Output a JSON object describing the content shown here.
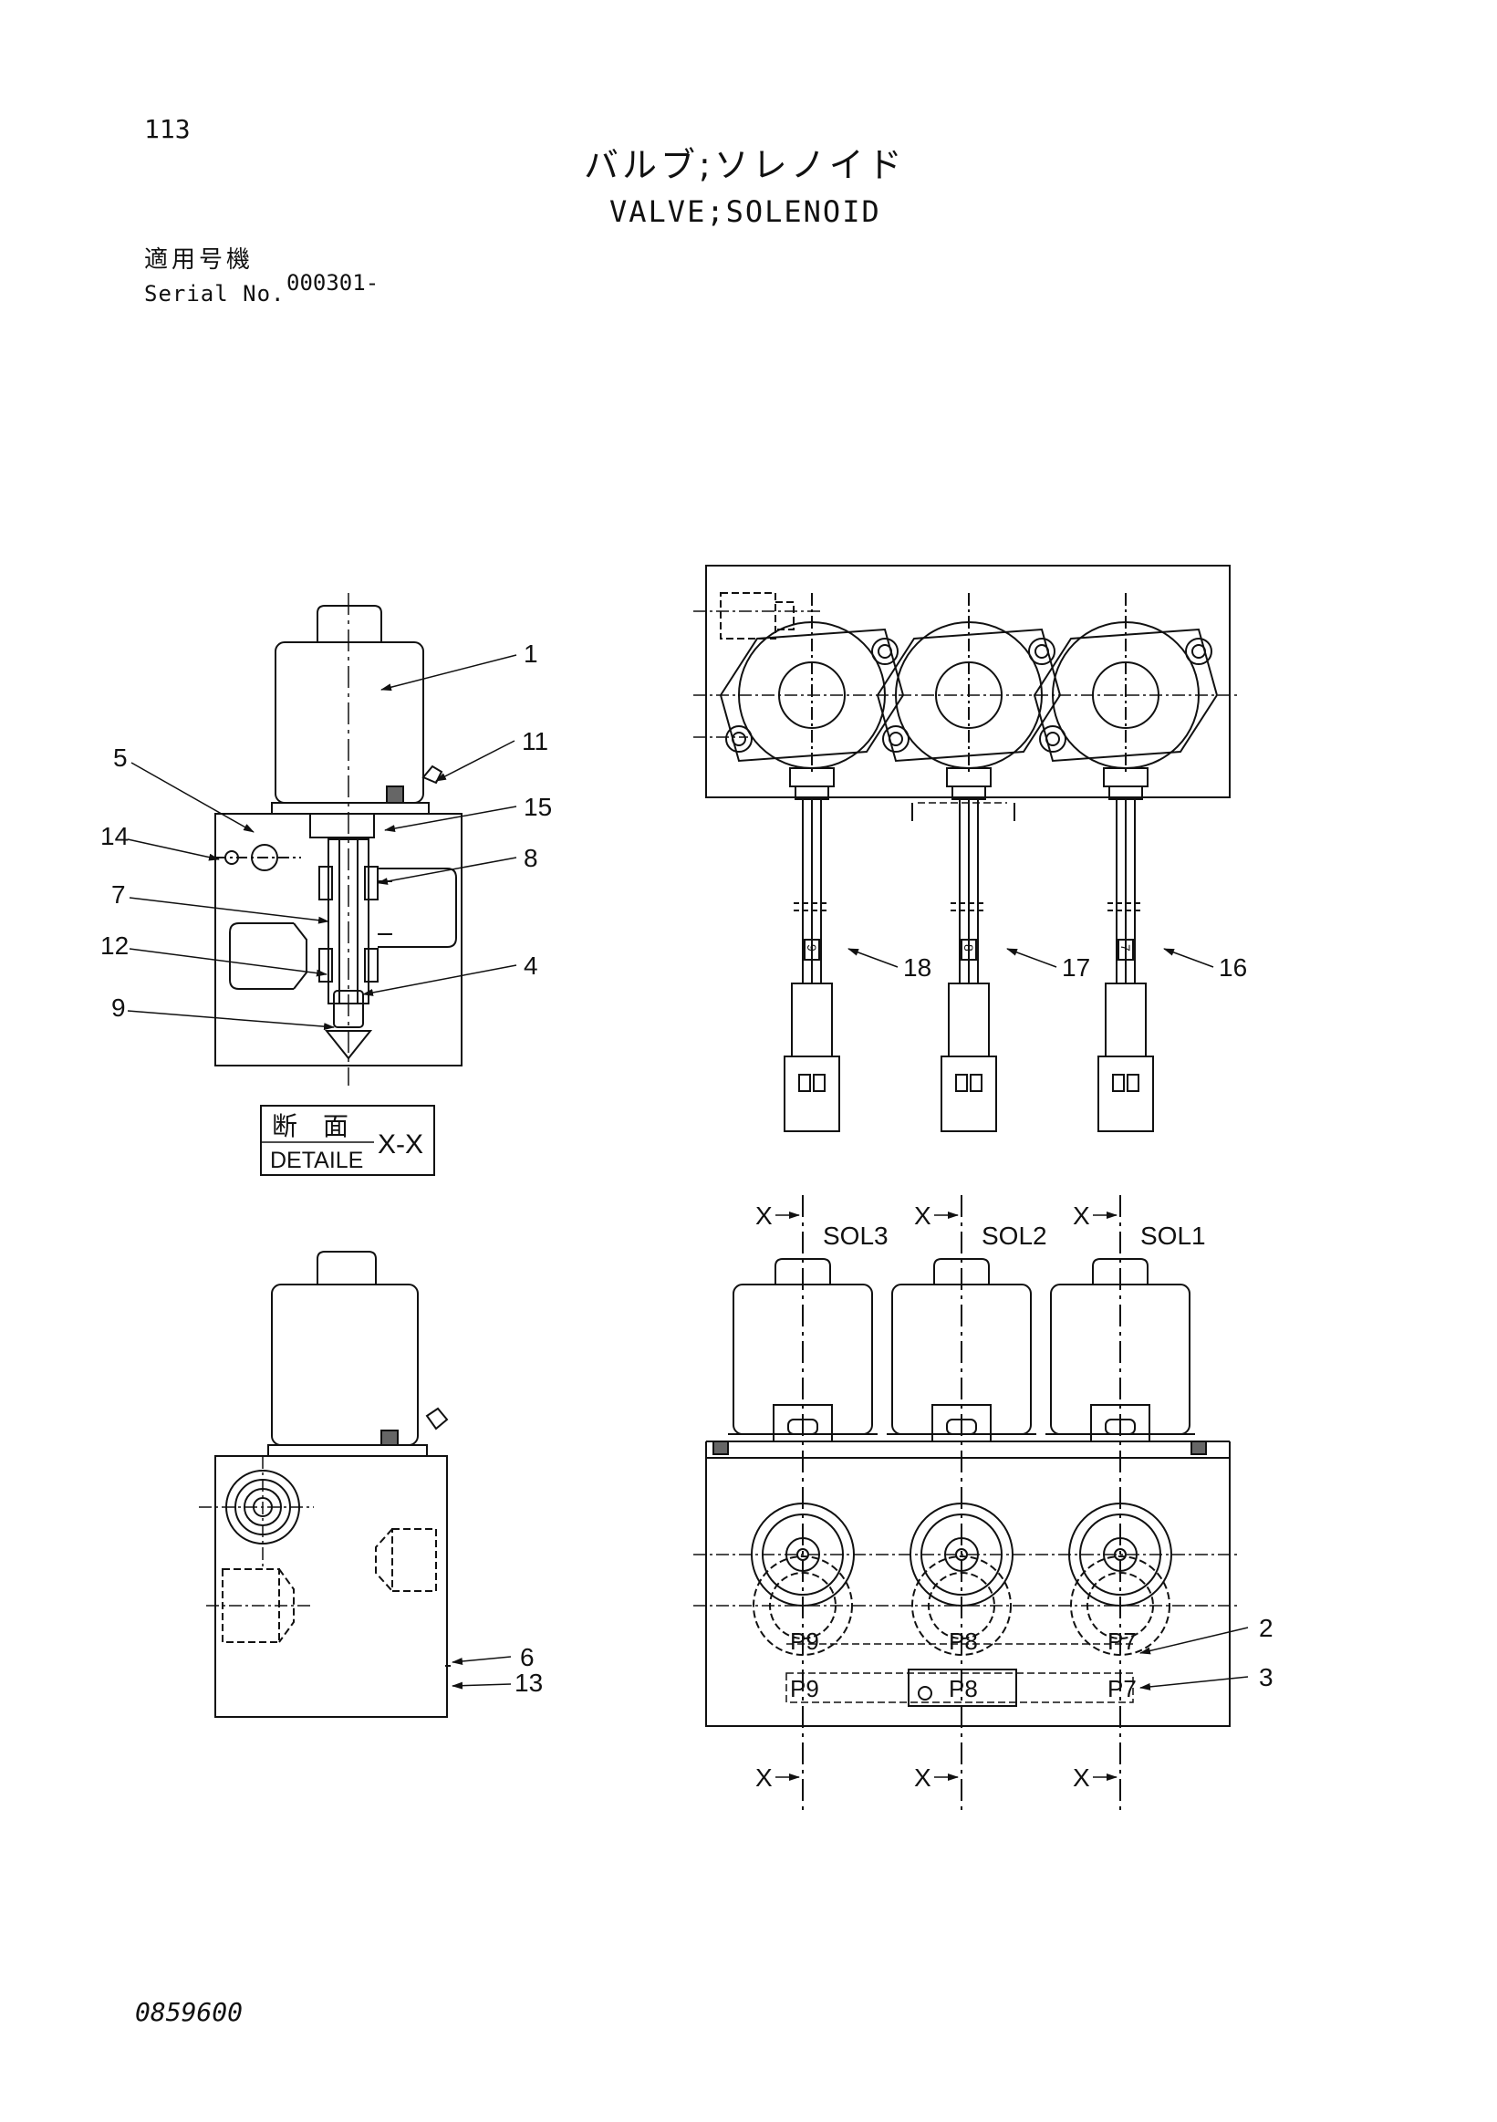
{
  "header": {
    "page_number": "113",
    "title_jp": "バルブ;ソレノイド",
    "title_en": "VALVE;SOLENOID",
    "serial_label_jp": "適用号機",
    "serial_label_en": "Serial No.",
    "serial_value": "000301-"
  },
  "section_box": {
    "jp": "断　面",
    "en": "DETAILE",
    "suffix": "X-X"
  },
  "callouts": {
    "c1": "1",
    "c2": "2",
    "c3": "3",
    "c4": "4",
    "c5": "5",
    "c6": "6",
    "c7": "7",
    "c8": "8",
    "c9": "9",
    "c11": "11",
    "c12": "12",
    "c13": "13",
    "c14": "14",
    "c15": "15",
    "c16": "16",
    "c17": "17",
    "c18": "18"
  },
  "front_view": {
    "section_mark": "X",
    "solenoids": [
      "SOL3",
      "SOL2",
      "SOL1"
    ],
    "ports_row1": [
      "P9",
      "P8",
      "P7"
    ],
    "ports_row2": [
      "P9",
      "P8",
      "P7"
    ]
  },
  "top_view": {
    "wire_tags": [
      "9",
      "8",
      "7"
    ]
  },
  "footer": {
    "drawing_number": "0859600"
  }
}
